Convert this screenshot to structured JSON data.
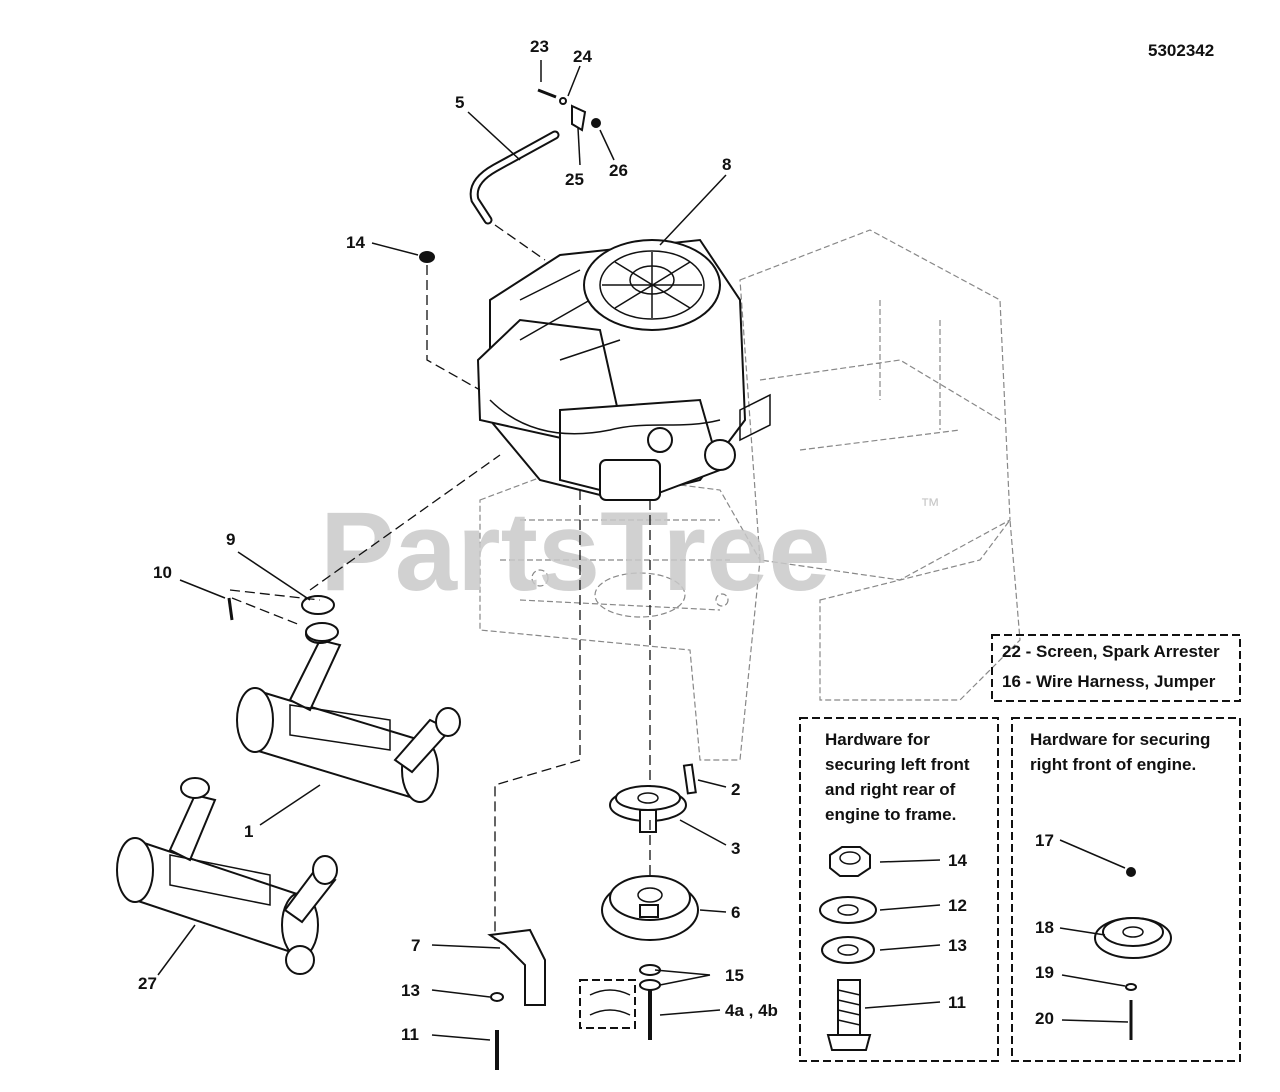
{
  "diagram_number": "5302342",
  "watermark": "PartsTree",
  "watermark_tm": "™",
  "callouts": [
    {
      "id": "c1",
      "text": "1"
    },
    {
      "id": "c2",
      "text": "2"
    },
    {
      "id": "c3",
      "text": "3"
    },
    {
      "id": "c4ab",
      "text": "4a , 4b"
    },
    {
      "id": "c5",
      "text": "5"
    },
    {
      "id": "c6",
      "text": "6"
    },
    {
      "id": "c7",
      "text": "7"
    },
    {
      "id": "c8",
      "text": "8"
    },
    {
      "id": "c9",
      "text": "9"
    },
    {
      "id": "c10",
      "text": "10"
    },
    {
      "id": "c11a",
      "text": "11"
    },
    {
      "id": "c11b",
      "text": "11"
    },
    {
      "id": "c12",
      "text": "12"
    },
    {
      "id": "c13a",
      "text": "13"
    },
    {
      "id": "c13b",
      "text": "13"
    },
    {
      "id": "c14a",
      "text": "14"
    },
    {
      "id": "c14b",
      "text": "14"
    },
    {
      "id": "c15",
      "text": "15"
    },
    {
      "id": "c17",
      "text": "17"
    },
    {
      "id": "c18",
      "text": "18"
    },
    {
      "id": "c19",
      "text": "19"
    },
    {
      "id": "c20",
      "text": "20"
    },
    {
      "id": "c23",
      "text": "23"
    },
    {
      "id": "c24",
      "text": "24"
    },
    {
      "id": "c25",
      "text": "25"
    },
    {
      "id": "c26",
      "text": "26"
    },
    {
      "id": "c27",
      "text": "27"
    }
  ],
  "legend": {
    "line1": "22 - Screen, Spark Arrester",
    "line2": "16 - Wire Harness, Jumper"
  },
  "hardware_left": {
    "line1": "Hardware for",
    "line2": "securing left front",
    "line3": "and right rear of",
    "line4": "engine to frame."
  },
  "hardware_right": {
    "line1": "Hardware for securing",
    "line2": "right front of engine."
  }
}
